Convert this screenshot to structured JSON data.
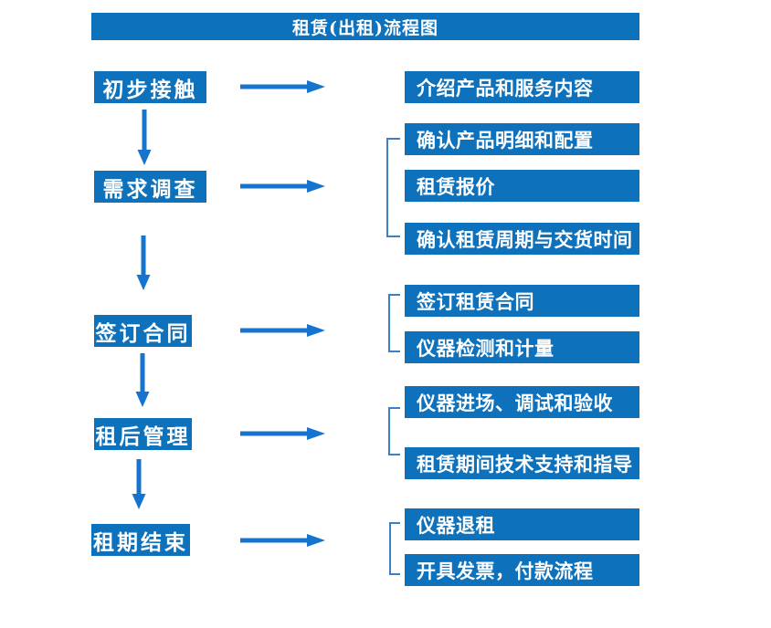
{
  "title": "租赁(出租)流程图",
  "colors": {
    "box_blue": "#0d71bb",
    "arrow_blue": "#1673ce",
    "bracket_blue": "#3b7fc4",
    "text_white": "#ffffff"
  },
  "steps": [
    {
      "label": "初步接触",
      "outputs": [
        "介绍产品和服务内容"
      ]
    },
    {
      "label": "需求调查",
      "outputs": [
        "确认产品明细和配置",
        "租赁报价",
        "确认租赁周期与交货时间"
      ]
    },
    {
      "label": "签订合同",
      "outputs": [
        "签订租赁合同",
        "仪器检测和计量"
      ]
    },
    {
      "label": "租后管理",
      "outputs": [
        "仪器进场、调试和验收",
        "租赁期间技术支持和指导"
      ]
    },
    {
      "label": "租期结束",
      "outputs": [
        "仪器退租",
        "开具发票，付款流程"
      ]
    }
  ]
}
